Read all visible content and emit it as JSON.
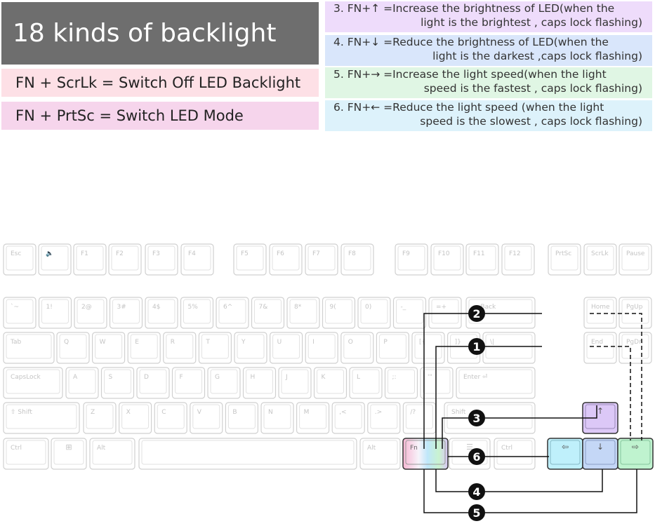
{
  "header": {
    "title": "18 kinds of backlight",
    "scrlk_text": "FN + ScrLk = Switch Off LED Backlight",
    "prtsc_text": "FN + PrtSc = Switch LED Mode"
  },
  "instructions": [
    {
      "line1": "3. FN+↑ =Increase the brightness of LED(when the",
      "line2": "light is the brightest , caps lock flashing)"
    },
    {
      "line1": "4. FN+↓ =Reduce the brightness of LED(when the",
      "line2": "light is the darkest ,caps lock flashing)"
    },
    {
      "line1": "5. FN+→ =Increase the light speed(when the light",
      "line2": "speed is the fastest , caps lock flashing)"
    },
    {
      "line1": "6. FN+← =Reduce the light speed (when the light",
      "line2": "speed is the slowest , caps lock flashing)"
    }
  ],
  "keyboard": {
    "row_f": [
      "Esc",
      "🔈",
      "F1",
      "F2",
      "F3",
      "F4",
      "F5",
      "F6",
      "F7",
      "F8",
      "F9",
      "F10",
      "F11",
      "F12",
      "PrtSc",
      "ScrLk",
      "Pause"
    ],
    "row_num": [
      "`~",
      "1!",
      "2@",
      "3#",
      "4$",
      "5%",
      "6^",
      "7&",
      "8*",
      "9(",
      "0)",
      "-_",
      "=+",
      "Back",
      "Home",
      "PgUp"
    ],
    "row_q": [
      "Tab",
      "Q",
      "W",
      "E",
      "R",
      "T",
      "Y",
      "U",
      "I",
      "O",
      "P",
      "[{",
      "]}",
      "\\|",
      "End",
      "PgDn"
    ],
    "row_a": [
      "CapsLock",
      "A",
      "S",
      "D",
      "F",
      "G",
      "H",
      "J",
      "K",
      "L",
      ";:",
      "'\"",
      "Enter"
    ],
    "row_z": [
      "Shift",
      "Z",
      "X",
      "C",
      "V",
      "B",
      "N",
      "M",
      ",<",
      ".>",
      "/?",
      "Shift"
    ],
    "row_ctrl": [
      "Ctrl",
      "⊞",
      "Alt",
      "",
      "Alt",
      "Fn",
      "☰",
      "Ctrl"
    ],
    "highlight": {
      "fn": "Fn",
      "up": "↑",
      "left": "⇦",
      "down": "↓",
      "right": "⇨"
    }
  },
  "callouts": [
    "1",
    "2",
    "3",
    "4",
    "5",
    "6"
  ]
}
